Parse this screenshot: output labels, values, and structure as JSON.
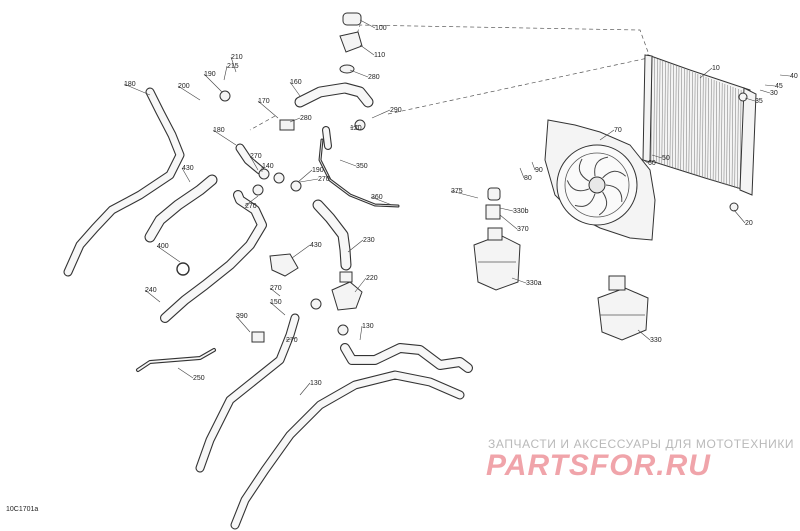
{
  "drawing_id": "10C1701a",
  "watermark": {
    "tagline": "ЗАПЧАСТИ И АКСЕССУАРЫ ДЛЯ МОТОТЕХНИКИ",
    "logo": "PARTSFOR.RU"
  },
  "callouts": [
    "10",
    "20",
    "30",
    "35",
    "40",
    "45",
    "50",
    "60",
    "70",
    "80",
    "90",
    "100",
    "110",
    "120",
    "130",
    "130",
    "140",
    "150",
    "160",
    "170",
    "180",
    "180",
    "190",
    "190",
    "200",
    "210",
    "215",
    "220",
    "230",
    "240",
    "250",
    "270",
    "270",
    "270",
    "270",
    "270",
    "280",
    "280",
    "290",
    "330",
    "330a",
    "330b",
    "350",
    "360",
    "370",
    "375",
    "390",
    "400",
    "430",
    "430"
  ]
}
